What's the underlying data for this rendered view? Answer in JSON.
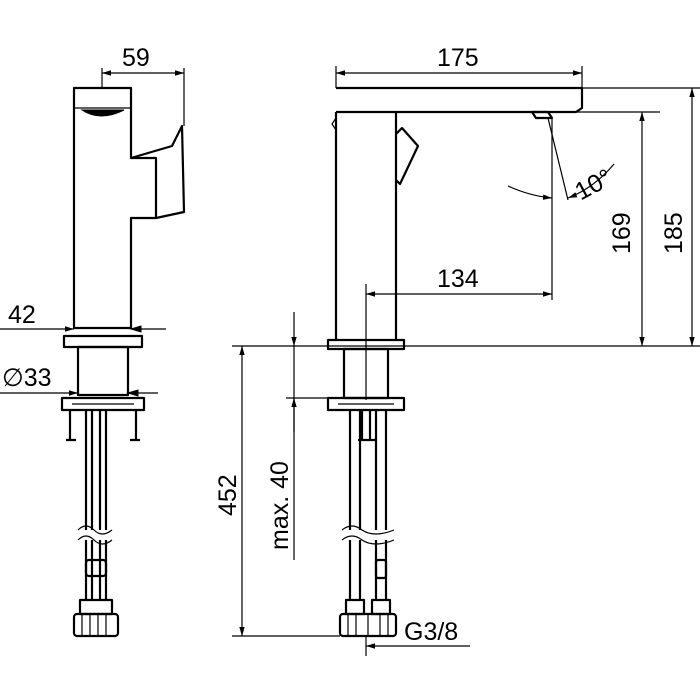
{
  "drawing": {
    "side_view": {
      "width_top": "59",
      "body_width": "42",
      "connector_diameter": "∅33"
    },
    "front_view": {
      "spout_length": "175",
      "spout_reach": "134",
      "spout_angle": "10°",
      "spout_outlet_height": "169",
      "total_height": "185",
      "max_counter_thickness": "max. 40",
      "hose_length": "452",
      "thread": "G3/8"
    }
  }
}
